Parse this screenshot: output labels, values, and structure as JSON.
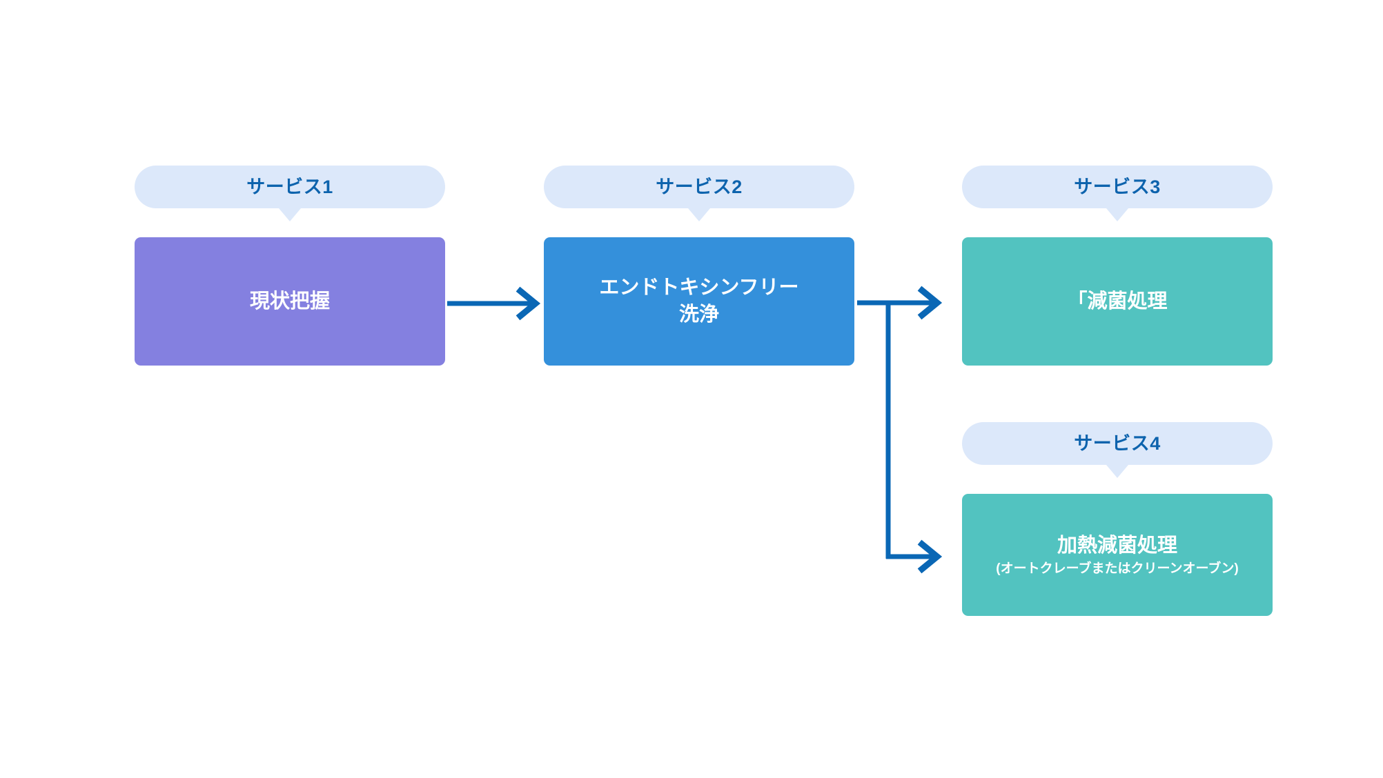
{
  "diagram": {
    "background_color": "#ffffff",
    "pill_color": "#dce8fa",
    "pill_text_color": "#0d63ad",
    "connector_color": "#0a67b5",
    "nodes": [
      {
        "id": "service-1",
        "label": "サービス1",
        "title": "現状把握",
        "subtitle": "",
        "color": "#8480e0"
      },
      {
        "id": "service-2",
        "label": "サービス2",
        "title": "エンドトキシンフリー\n洗浄",
        "subtitle": "",
        "color": "#3490db"
      },
      {
        "id": "service-3",
        "label": "サービス3",
        "title": "「減菌処理",
        "subtitle": "",
        "color": "#52c3c0"
      },
      {
        "id": "service-4",
        "label": "サービス4",
        "title": "加熱減菌処理",
        "subtitle": "(オートクレーブまたはクリーンオーブン)",
        "color": "#52c3c0"
      }
    ],
    "connectors": [
      {
        "id": "arrow-1-to-2",
        "from": "service-1",
        "to": "service-2",
        "shape": "straight"
      },
      {
        "id": "arrow-2-to-3",
        "from": "service-2",
        "to": "service-3",
        "shape": "branch-up"
      },
      {
        "id": "arrow-2-to-4",
        "from": "service-2",
        "to": "service-4",
        "shape": "branch-down"
      }
    ]
  }
}
